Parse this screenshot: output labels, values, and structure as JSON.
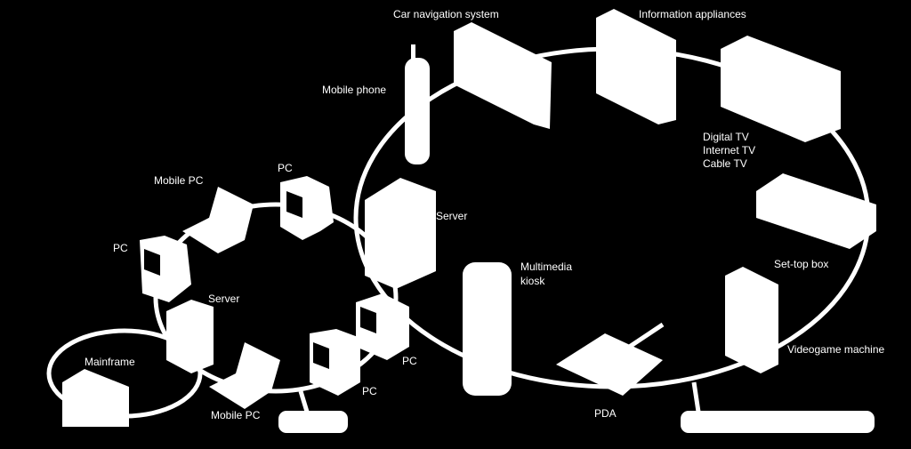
{
  "colors": {
    "background": "#000000",
    "foreground": "#ffffff"
  },
  "labels": {
    "car_navigation": "Car navigation system",
    "info_appliances": "Information appliances",
    "mobile_phone": "Mobile phone",
    "digital_tv": "Digital TV",
    "internet_tv": "Internet TV",
    "cable_tv": "Cable TV",
    "server_main": "Server",
    "multimedia_1": "Multimedia",
    "multimedia_2": "kiosk",
    "settop": "Set-top box",
    "videogame": "Videogame machine",
    "pda": "PDA",
    "pc_top": "PC",
    "mobile_pc_top": "Mobile PC",
    "pc_left": "PC",
    "server_small": "Server",
    "mainframe": "Mainframe",
    "mobile_pc_bottom": "Mobile PC",
    "pc_right1": "PC",
    "pc_right2": "PC"
  }
}
